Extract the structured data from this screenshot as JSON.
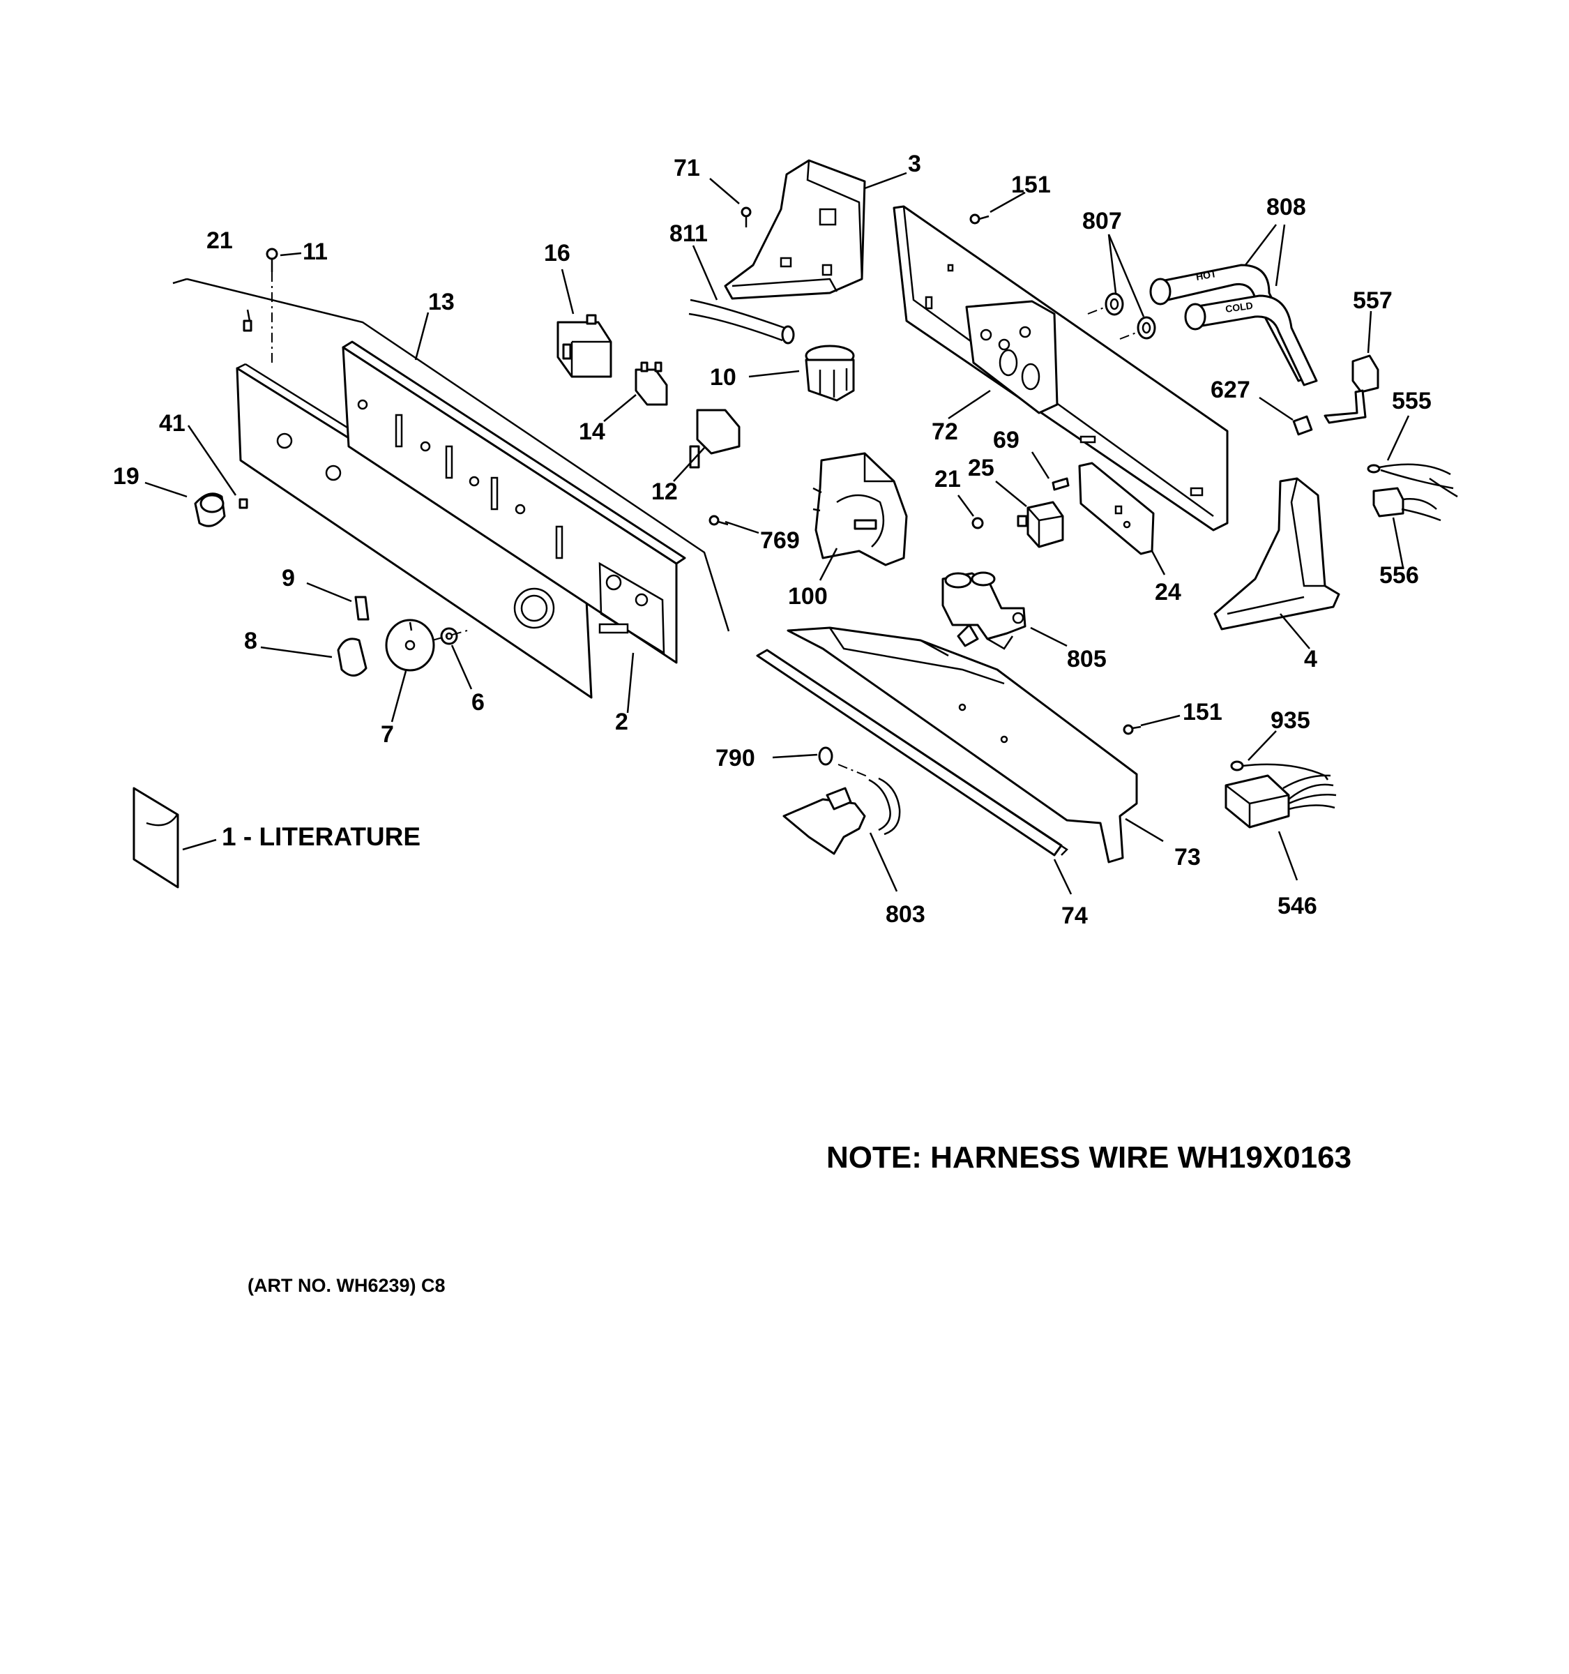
{
  "diagram": {
    "callouts": [
      {
        "id": "71",
        "text": "71"
      },
      {
        "id": "3",
        "text": "3"
      },
      {
        "id": "151a",
        "text": "151"
      },
      {
        "id": "807",
        "text": "807"
      },
      {
        "id": "808",
        "text": "808"
      },
      {
        "id": "21a",
        "text": "21"
      },
      {
        "id": "11",
        "text": "11"
      },
      {
        "id": "811",
        "text": "811"
      },
      {
        "id": "16",
        "text": "16"
      },
      {
        "id": "13",
        "text": "13"
      },
      {
        "id": "557",
        "text": "557"
      },
      {
        "id": "10",
        "text": "10"
      },
      {
        "id": "627",
        "text": "627"
      },
      {
        "id": "555",
        "text": "555"
      },
      {
        "id": "41",
        "text": "41"
      },
      {
        "id": "14",
        "text": "14"
      },
      {
        "id": "72",
        "text": "72"
      },
      {
        "id": "69",
        "text": "69"
      },
      {
        "id": "25",
        "text": "25"
      },
      {
        "id": "19",
        "text": "19"
      },
      {
        "id": "21b",
        "text": "21"
      },
      {
        "id": "12",
        "text": "12"
      },
      {
        "id": "769",
        "text": "769"
      },
      {
        "id": "556",
        "text": "556"
      },
      {
        "id": "24",
        "text": "24"
      },
      {
        "id": "100",
        "text": "100"
      },
      {
        "id": "9",
        "text": "9"
      },
      {
        "id": "8",
        "text": "8"
      },
      {
        "id": "805",
        "text": "805"
      },
      {
        "id": "4",
        "text": "4"
      },
      {
        "id": "6",
        "text": "6"
      },
      {
        "id": "2",
        "text": "2"
      },
      {
        "id": "7",
        "text": "7"
      },
      {
        "id": "151b",
        "text": "151"
      },
      {
        "id": "935",
        "text": "935"
      },
      {
        "id": "790",
        "text": "790"
      },
      {
        "id": "73",
        "text": "73"
      },
      {
        "id": "546",
        "text": "546"
      },
      {
        "id": "803",
        "text": "803"
      },
      {
        "id": "74",
        "text": "74"
      }
    ],
    "literature_label": "1 - LITERATURE",
    "note": "NOTE: HARNESS WIRE WH19X0163",
    "art_number": "(ART NO. WH6239) C8",
    "hose_hot_text": "HOT",
    "hose_cold_text": "COLD"
  }
}
